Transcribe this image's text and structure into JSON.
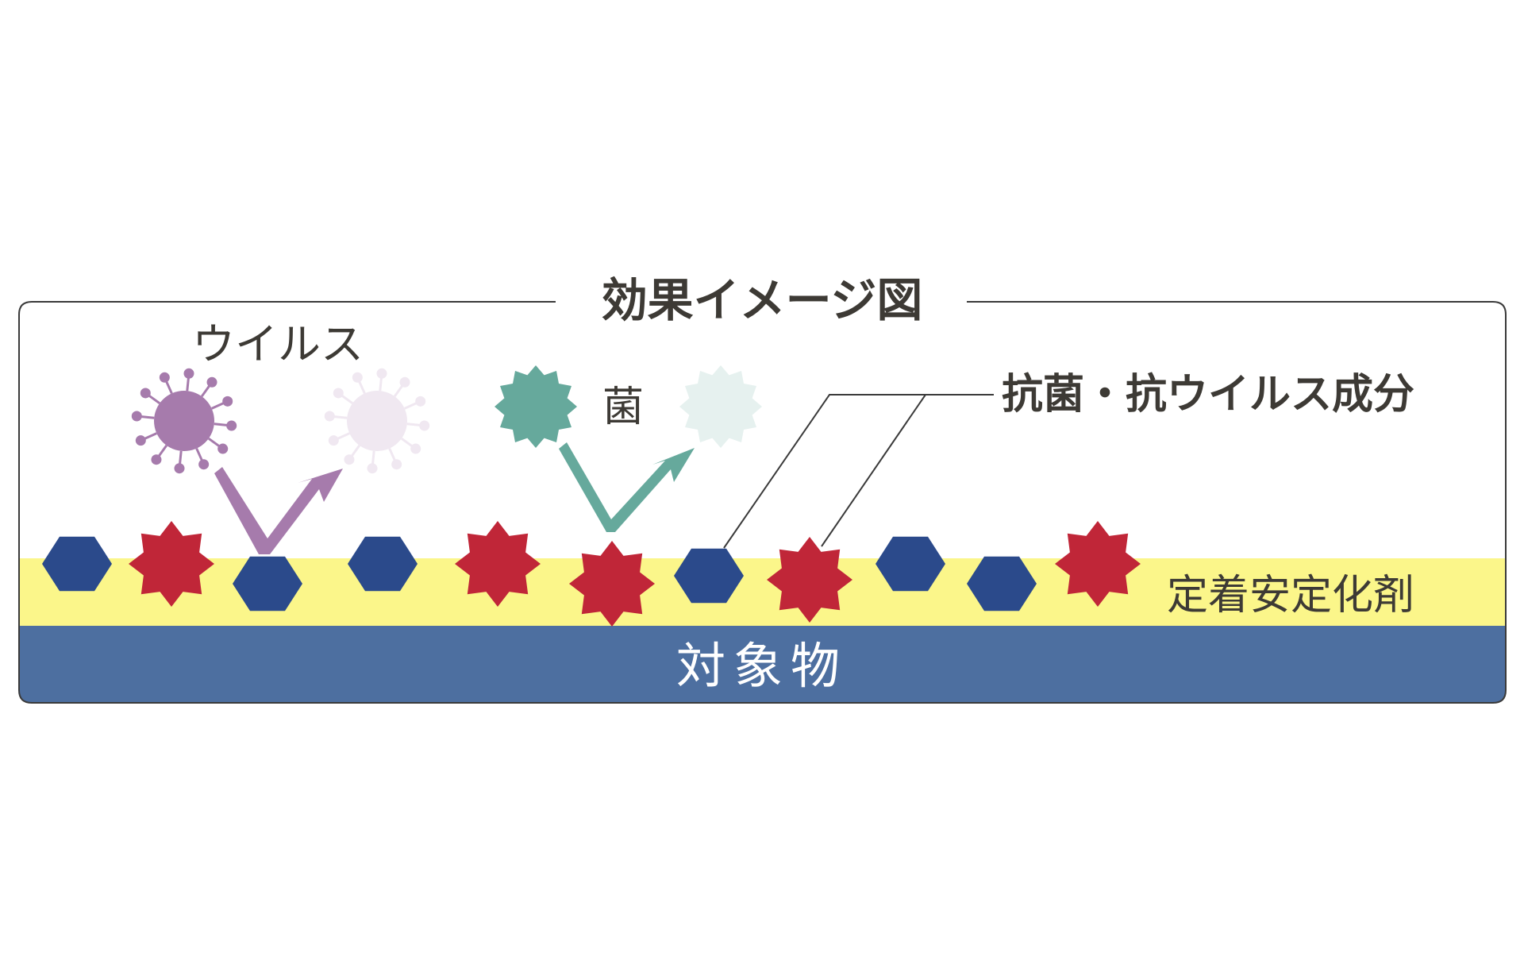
{
  "title": "効果イメージ図",
  "labels": {
    "virus": "ウイルス",
    "bacteria": "菌",
    "component": "抗菌・抗ウイルス成分",
    "fixative_layer": "定着安定化剤",
    "target_object": "対象物"
  },
  "colors": {
    "frame": "#3a3a3a",
    "fixative_layer": "#fbf68a",
    "target_layer": "#4d6fa0",
    "target_text": "#ffffff",
    "hexagon": "#2b4a8b",
    "star": "#c02638",
    "virus": "#a67bac",
    "virus_faded": "#f0e8f1",
    "bacteria": "#66a99c",
    "bacteria_faded": "#e6f1ef",
    "label_text": "#3d3a35"
  },
  "icons": {
    "hexagon": "blue-hexagon-icon",
    "star": "red-star-icon",
    "virus": "virus-icon",
    "bacteria": "bacteria-icon",
    "check": "checkmark-arrow-icon"
  }
}
